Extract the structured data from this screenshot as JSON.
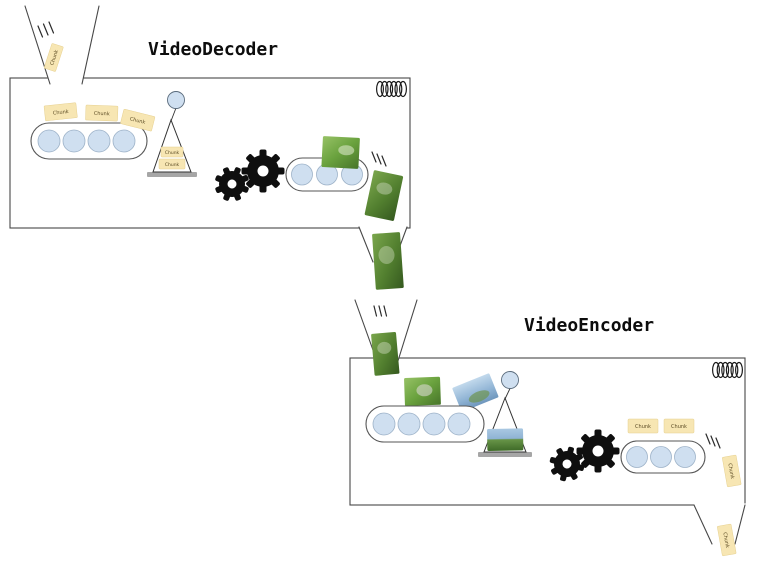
{
  "decoder": {
    "title": "VideoDecoder",
    "funnel_chunk": "Chunk",
    "belt_chunks": [
      "Chunk",
      "Chunk",
      "Chunk"
    ],
    "crane_chunks": [
      "Chunk",
      "Chunk"
    ]
  },
  "encoder": {
    "title": "VideoEncoder",
    "output_chunks": [
      "Chunk",
      "Chunk"
    ],
    "side_chunk": "Chunk",
    "falling_chunk": "Chunk"
  },
  "colors": {
    "chunk_note": "#f7e6b3",
    "belt_roller": "#cfdff0",
    "crane_balloon": "#cfdff0",
    "gear": "#0f0f0f",
    "outline": "#474747",
    "platform": "#a6a6a6",
    "frame_green": "#5e8f3b",
    "frame_blue": "#8fb3d4"
  }
}
